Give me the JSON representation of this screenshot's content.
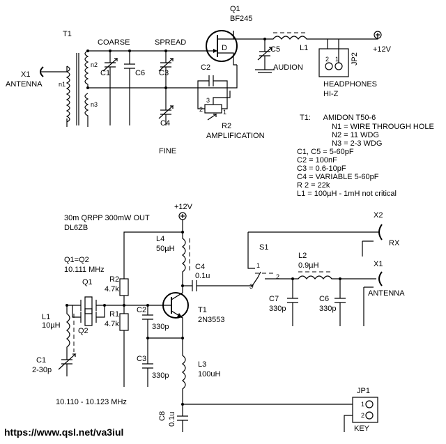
{
  "receiver": {
    "q1_ref": "Q1",
    "q1_type": "BF245",
    "t1": "T1",
    "x1": "X1",
    "antenna": "ANTENNA",
    "n1": "n1",
    "n2": "n2",
    "n3": "n3",
    "coarse": "COARSE",
    "spread": "SPREAD",
    "fine": "FINE",
    "c1": "C1",
    "c6": "C6",
    "c3": "C3",
    "c2": "C2",
    "c4": "C4",
    "c5": "C5",
    "audion": "AUDION",
    "l1": "L1",
    "jp2": "JP2",
    "plus12v": "+12V",
    "r2": "R2",
    "amplification": "AMPLIFICATION",
    "headphones1": "HEADPHONES",
    "headphones2": "HI-Z",
    "d": "D",
    "pin1": "1",
    "pin2": "2",
    "pin3": "3"
  },
  "notes": [
    "T1:      AMIDON T50-6",
    "N1 = WIRE THROUGH HOLE",
    "N2 = 11 WDG",
    "N3 = 2-3 WDG",
    "C1, C5 = 5-60pF",
    "C2 = 100nF",
    "C3 = 0.6-10pF",
    "C4 = VARIABLE 5-60pF",
    "R 2 = 22k",
    "L1 = 100µH - 1mH not critical"
  ],
  "transmitter": {
    "title1": "30m QRPP 300mW OUT",
    "title2": "DL6ZB",
    "plus12v": "+12V",
    "q_eq": "Q1=Q2",
    "freq": "10.111 MHz",
    "q1": "Q1",
    "q2": "Q2",
    "l1": "L1",
    "l1_val": "10µH",
    "c1": "C1",
    "c1_val": "2-30p",
    "range": "10.110 - 10.123 MHz",
    "r2": "R2",
    "r2_val": "4.7k",
    "r1": "R1",
    "r1_val": "4.7k",
    "c2": "C2",
    "c2_val": "330p",
    "c3": "C3",
    "c3_val": "330p",
    "l4": "L4",
    "l4_val": "50µH",
    "c4": "C4",
    "c4_val": "0.1u",
    "t1": "T1",
    "t1_type": "2N3553",
    "l3": "L3",
    "l3_val": "100uH",
    "c8": "C8",
    "c8_val": "0.1u",
    "s1": "S1",
    "l2": "L2",
    "l2_val": "0.9µH",
    "c7": "C7",
    "c7_val": "330p",
    "c6": "C6",
    "c6_val": "330p",
    "x2": "X2",
    "rx": "RX",
    "x1": "X1",
    "antenna": "ANTENNA",
    "jp1": "JP1",
    "key": "KEY",
    "p1": "1",
    "p2": "2",
    "p3": "3"
  },
  "url": "https://www.qsl.net/va3iul"
}
